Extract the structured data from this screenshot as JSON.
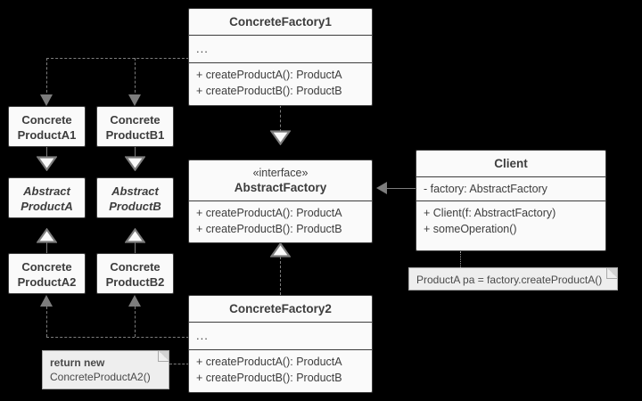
{
  "diagram": {
    "title": "Abstract Factory pattern UML class diagram",
    "background_color": "#000000",
    "box_fill": "#fafafa",
    "box_border": "#3c3c3c",
    "note_fill": "#eeeeee",
    "connector_color": "#7d7d7d"
  },
  "classes": {
    "concrete_factory1": {
      "name": "ConcreteFactory1",
      "attributes": "...",
      "operations": [
        "+ createProductA(): ProductA",
        "+ createProductB(): ProductB"
      ]
    },
    "concrete_factory2": {
      "name": "ConcreteFactory2",
      "attributes": "...",
      "operations": [
        "+ createProductA(): ProductA",
        "+ createProductB(): ProductB"
      ]
    },
    "abstract_factory": {
      "stereotype": "«interface»",
      "name": "AbstractFactory",
      "operations": [
        "+ createProductA(): ProductA",
        "+ createProductB(): ProductB"
      ]
    },
    "client": {
      "name": "Client",
      "attributes": [
        "- factory: AbstractFactory"
      ],
      "operations": [
        "+ Client(f: AbstractFactory)",
        "+ someOperation()"
      ]
    },
    "concrete_product_a1": {
      "line1": "Concrete",
      "line2": "ProductA1"
    },
    "concrete_product_b1": {
      "line1": "Concrete",
      "line2": "ProductB1"
    },
    "abstract_product_a": {
      "line1": "Abstract",
      "line2": "ProductA"
    },
    "abstract_product_b": {
      "line1": "Abstract",
      "line2": "ProductB"
    },
    "concrete_product_a2": {
      "line1": "Concrete",
      "line2": "ProductA2"
    },
    "concrete_product_b2": {
      "line1": "Concrete",
      "line2": "ProductB2"
    }
  },
  "notes": {
    "client_note": {
      "text": "ProductA pa = factory.createProductA()"
    },
    "factory_note": {
      "line1": "return new",
      "line2": "ConcreteProductA2()"
    }
  }
}
